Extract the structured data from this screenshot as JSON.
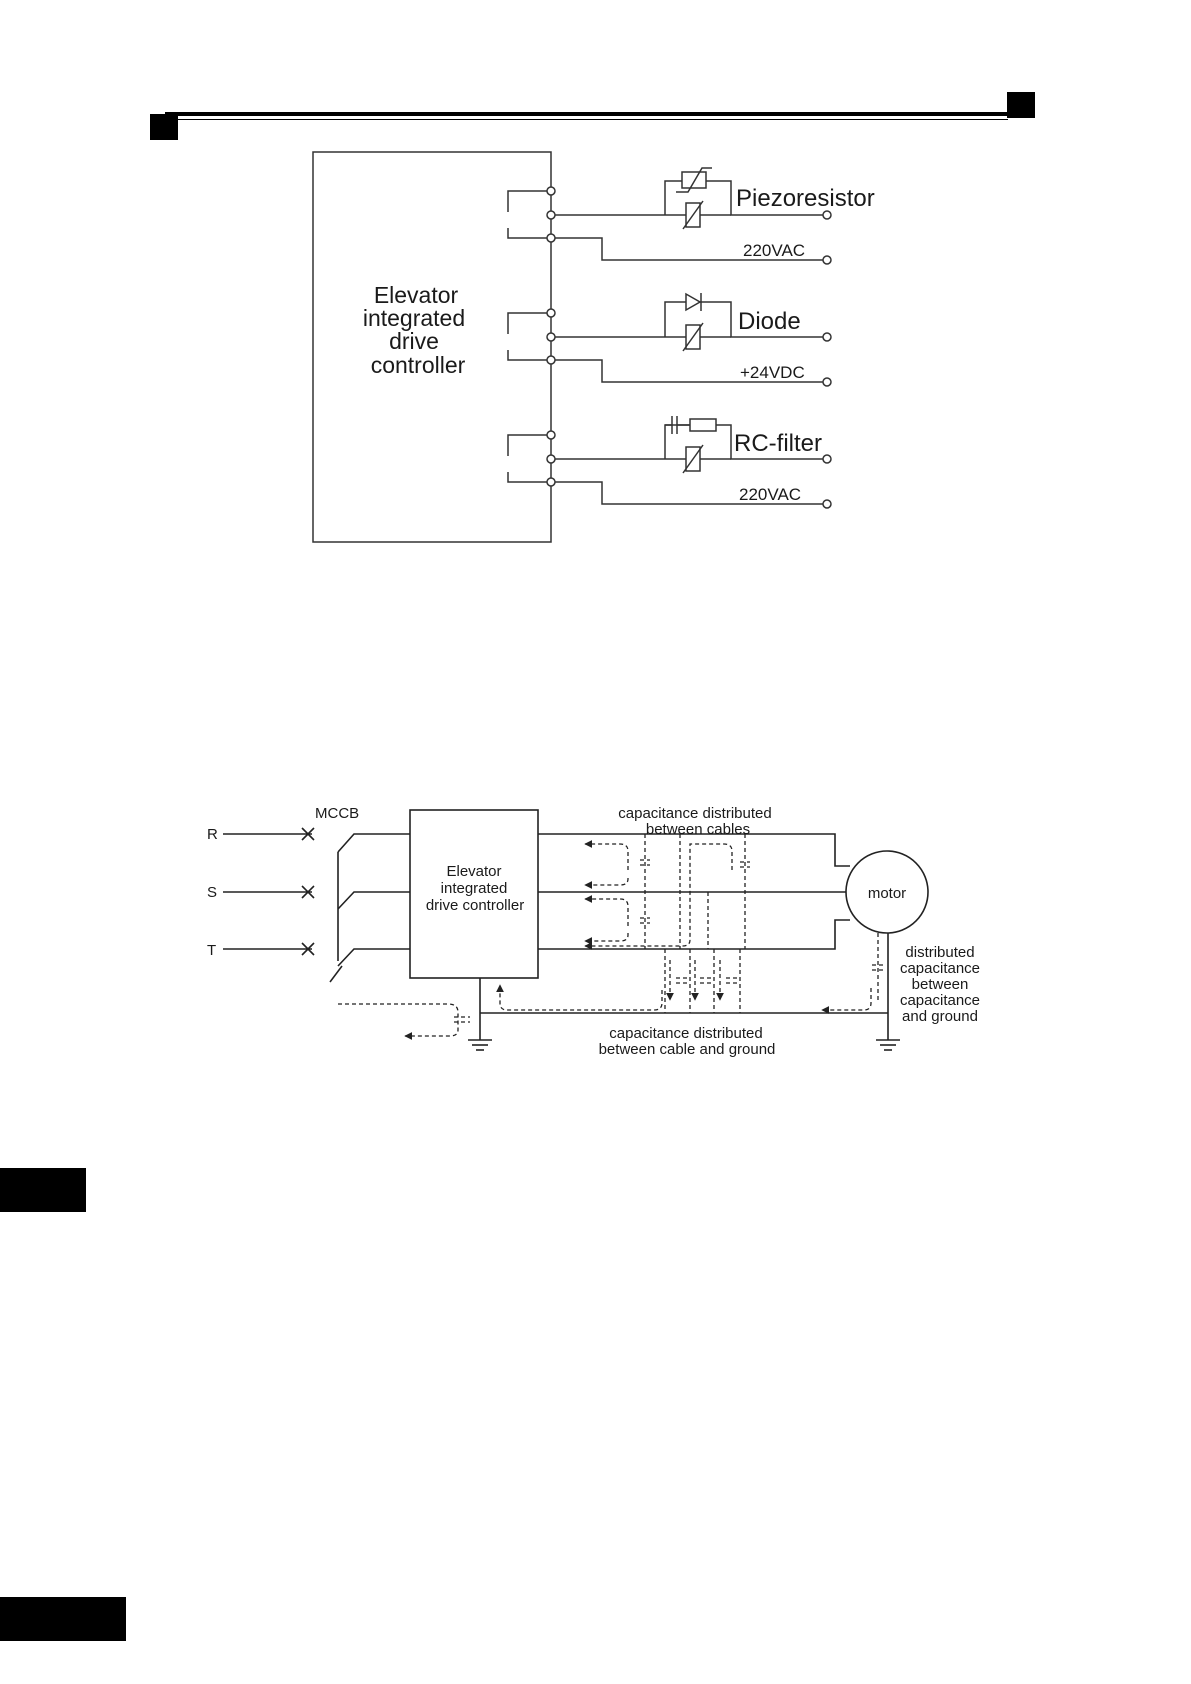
{
  "diagram1": {
    "controller_label": [
      "Elevator",
      "integrated",
      "drive",
      "controller"
    ],
    "circuits": [
      {
        "name": "Piezoresistor",
        "supply": "220VAC"
      },
      {
        "name": "Diode",
        "supply": "+24VDC"
      },
      {
        "name": "RC-filter",
        "supply": "220VAC"
      }
    ]
  },
  "diagram2": {
    "mccb_label": "MCCB",
    "phases": [
      "R",
      "S",
      "T"
    ],
    "controller_label": [
      "Elevator",
      "integrated",
      "drive controller"
    ],
    "cable_cap_label": [
      "capacitance distributed",
      "between cables"
    ],
    "motor_label": "motor",
    "motor_cap_label": [
      "distributed",
      "capacitance",
      "between",
      "capacitance",
      "and ground"
    ],
    "ground_cap_label": [
      "capacitance distributed",
      "between cable and ground"
    ]
  }
}
